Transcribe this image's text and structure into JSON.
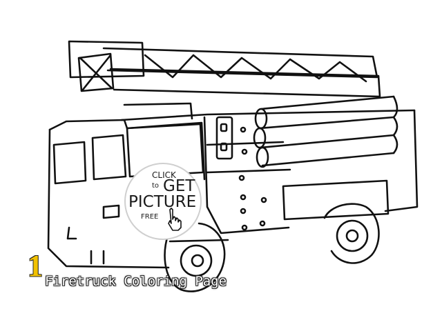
{
  "badge": {
    "click": "CLICK",
    "to": "to",
    "get": "GET",
    "picture": "PICTURE",
    "free": "FREE",
    "icon": "pointing-hand-icon"
  },
  "caption": {
    "number": "1",
    "title": "Firetruck Coloring Page",
    "number_color": "#f2c200"
  }
}
